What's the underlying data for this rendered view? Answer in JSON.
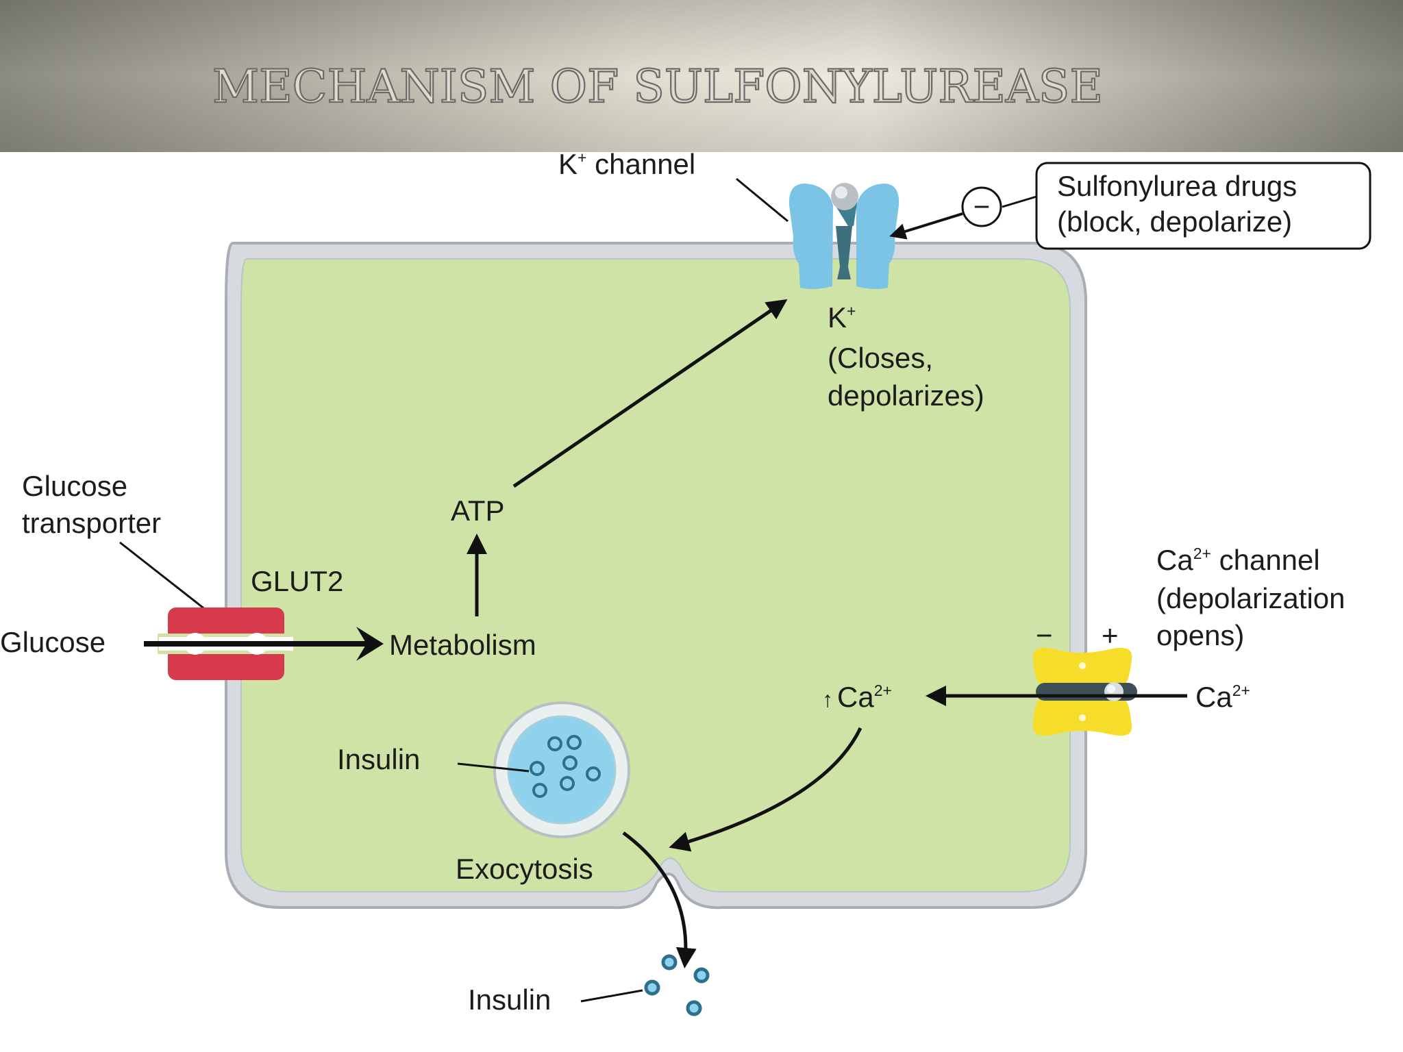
{
  "slide": {
    "title": "MECHANISM OF SULFONYLUREASE"
  },
  "diagram": {
    "k_channel": {
      "label": "K",
      "label_sup": "+",
      "label_rest": " channel"
    },
    "sulfonylurea": {
      "inhibit_symbol": "−",
      "line1": "Sulfonylurea drugs",
      "line2": "(block, depolarize)"
    },
    "k_state": {
      "k": "K",
      "k_sup": "+",
      "line1": "(Closes,",
      "line2": "depolarizes)"
    },
    "atp": "ATP",
    "glucose_transporter": {
      "line1": "Glucose",
      "line2": "transporter"
    },
    "glut2": "GLUT2",
    "glucose": "Glucose",
    "metabolism": "Metabolism",
    "ca_channel": {
      "ca": "Ca",
      "ca_sup": "2+",
      "line1_rest": " channel",
      "line2": "(depolarization",
      "line3": "opens)"
    },
    "membrane_signs": {
      "minus": "−",
      "plus": "+"
    },
    "ca_in": {
      "arrow": "↑",
      "ca": "Ca",
      "ca_sup": "2+"
    },
    "ca_out": {
      "ca": "Ca",
      "ca_sup": "2+"
    },
    "insulin_vesicle_label": "Insulin",
    "exocytosis": "Exocytosis",
    "insulin_released_label": "Insulin"
  },
  "colors": {
    "cell_fill": "#d0e3a6",
    "membrane": "#d7dbdf",
    "membrane_edge": "#a8aeb4",
    "k_channel": "#7cc4e5",
    "glut2": "#d63a4c",
    "ca_channel": "#f6dd29",
    "vesicle": "#8ed2ec",
    "granule": "#3f8fb6"
  }
}
